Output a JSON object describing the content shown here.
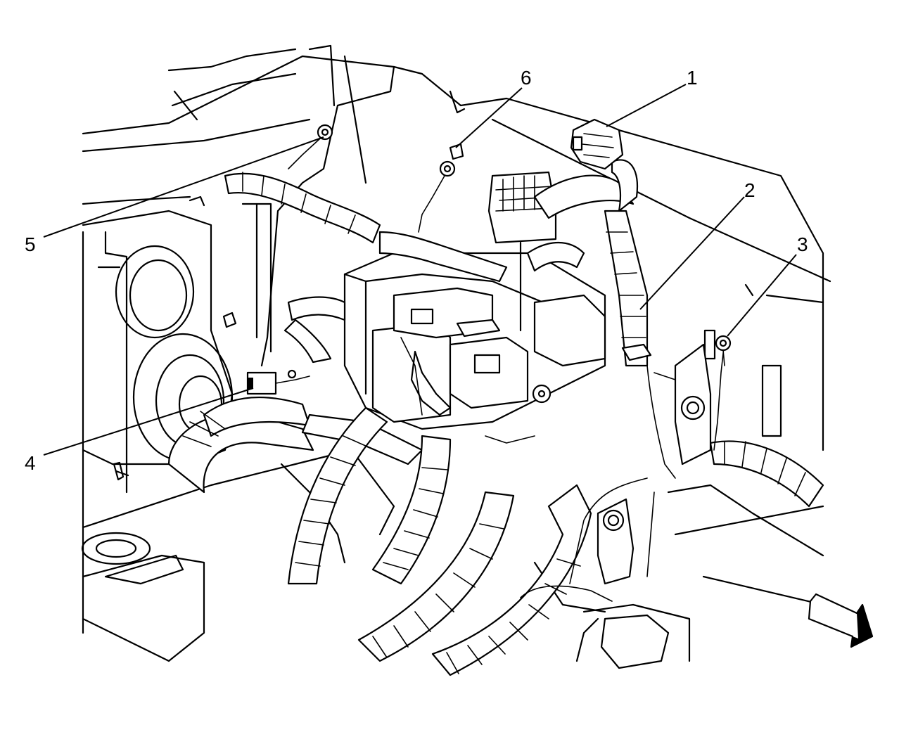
{
  "callouts": [
    {
      "id": "1",
      "label": "1",
      "part": "connector"
    },
    {
      "id": "2",
      "label": "2",
      "part": "wiring-harness"
    },
    {
      "id": "3",
      "label": "3",
      "part": "ground-terminal"
    },
    {
      "id": "4",
      "label": "4",
      "part": "connector"
    },
    {
      "id": "5",
      "label": "5",
      "part": "ground-terminal"
    },
    {
      "id": "6",
      "label": "6",
      "part": "ground-terminal"
    }
  ],
  "orientation_arrow": {
    "icon": "front-direction-arrow-icon"
  },
  "colors": {
    "line": "#000000",
    "background": "#ffffff"
  }
}
